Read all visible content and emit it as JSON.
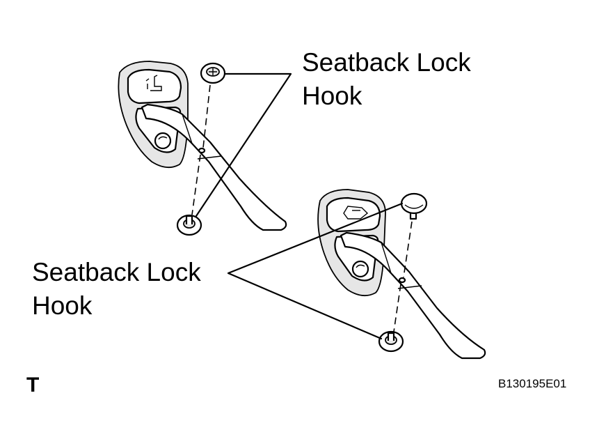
{
  "callouts": {
    "upper": [
      "Seatback Lock",
      "Hook"
    ],
    "lower": [
      "Seatback Lock",
      "Hook"
    ]
  },
  "section_letter": "T",
  "figure_code": "B130195E01"
}
